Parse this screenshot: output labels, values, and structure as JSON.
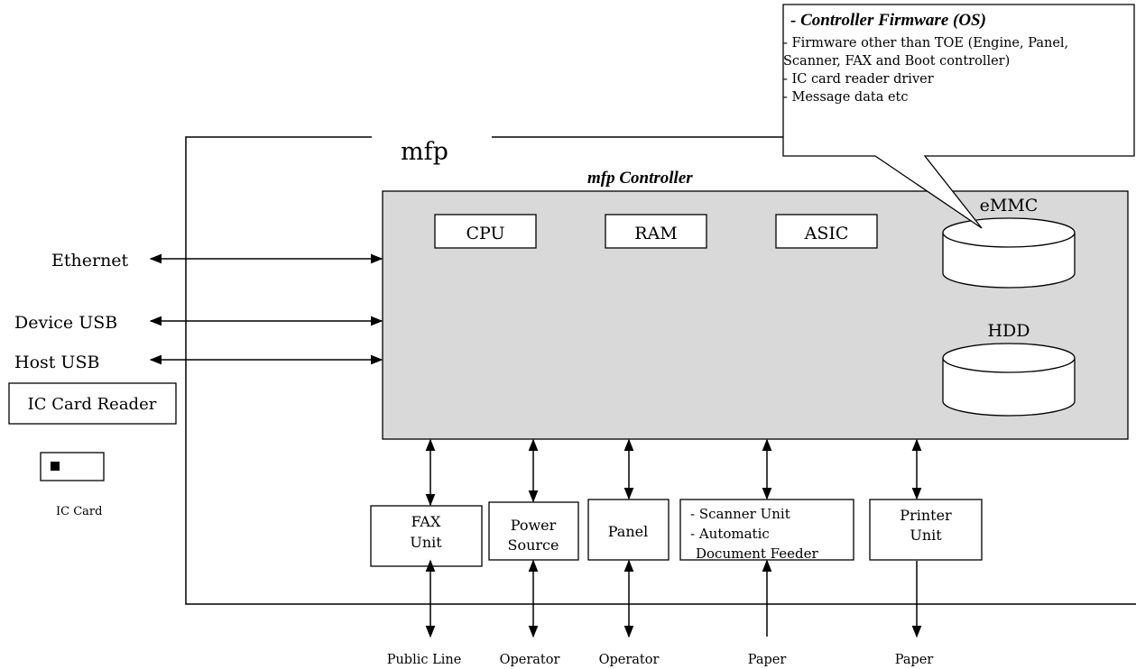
{
  "mfp_label": "mfp",
  "controller": {
    "title": "mfp Controller",
    "cpu": "CPU",
    "ram": "RAM",
    "asic": "ASIC",
    "emmc": "eMMC",
    "hdd": "HDD",
    "fill_color": "#d9d9d9"
  },
  "callout": {
    "title": "- Controller Firmware (OS)",
    "lines": [
      "- Firmware other than TOE (Engine, Panel,",
      "Scanner, FAX and Boot controller)",
      "- IC card reader driver",
      "- Message data etc"
    ]
  },
  "interfaces": {
    "ethernet": "Ethernet",
    "device_usb": "Device USB",
    "host_usb": "Host USB"
  },
  "ic_card_reader": "IC Card Reader",
  "ic_card": "IC Card",
  "units": {
    "fax": [
      "FAX",
      "Unit"
    ],
    "power": [
      "Power",
      "Source"
    ],
    "panel": "Panel",
    "scanner": [
      "- Scanner Unit",
      "- Automatic",
      "Document Feeder"
    ],
    "printer": [
      "Printer",
      "Unit"
    ]
  },
  "external": {
    "public_line": "Public Line",
    "operator_power": "Operator",
    "operator_panel": "Operator",
    "paper_in": "Paper",
    "paper_out": "Paper"
  }
}
